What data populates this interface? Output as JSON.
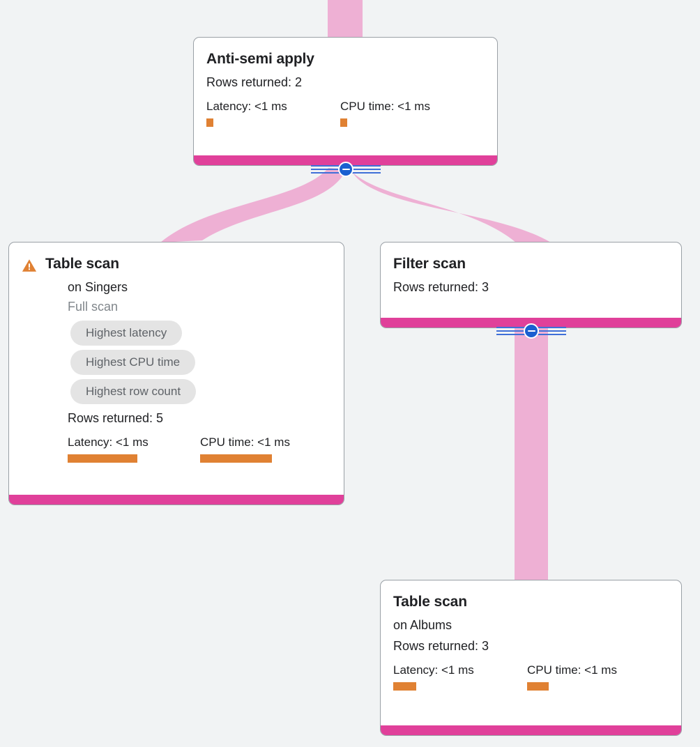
{
  "theme": {
    "background": "#f1f3f4",
    "card_background": "#ffffff",
    "card_border": "#9aa0a6",
    "footer_accent": "#e0409a",
    "edge_color": "#eeb0d4",
    "metric_bar_color": "#e08133",
    "badge_background": "#e4e4e4",
    "badge_text": "#5f6368",
    "toggle_color": "#1a5fd0",
    "warning_color": "#e08133"
  },
  "labels": {
    "rows_returned_prefix": "Rows returned:",
    "latency_prefix": "Latency:",
    "cpu_prefix": "CPU time:"
  },
  "nodes": [
    {
      "id": "anti-semi-apply",
      "title": "Anti-semi apply",
      "rows_returned": "Rows returned: 2",
      "latency": "Latency: <1 ms",
      "cpu_time": "CPU time: <1 ms",
      "warning": false,
      "subtitle": "",
      "scan_type": "",
      "badges": []
    },
    {
      "id": "table-scan-singers",
      "title": "Table scan",
      "subtitle": "on Singers",
      "scan_type": "Full scan",
      "rows_returned": "Rows returned: 5",
      "latency": "Latency: <1 ms",
      "cpu_time": "CPU time: <1 ms",
      "warning": true,
      "badges": [
        "Highest latency",
        "Highest CPU time",
        "Highest row count"
      ]
    },
    {
      "id": "filter-scan",
      "title": "Filter scan",
      "subtitle": "",
      "scan_type": "",
      "rows_returned": "Rows returned: 3",
      "latency": "",
      "cpu_time": "",
      "warning": false,
      "badges": []
    },
    {
      "id": "table-scan-albums",
      "title": "Table scan",
      "subtitle": "on Albums",
      "scan_type": "",
      "rows_returned": "Rows returned: 3",
      "latency": "Latency: <1 ms",
      "cpu_time": "CPU time: <1 ms",
      "warning": false,
      "badges": []
    }
  ],
  "toggles": [
    {
      "id": "toggle-anti-semi-apply",
      "icon": "minus-circle-icon",
      "state": "expanded"
    },
    {
      "id": "toggle-filter-scan",
      "icon": "minus-circle-icon",
      "state": "expanded"
    }
  ]
}
